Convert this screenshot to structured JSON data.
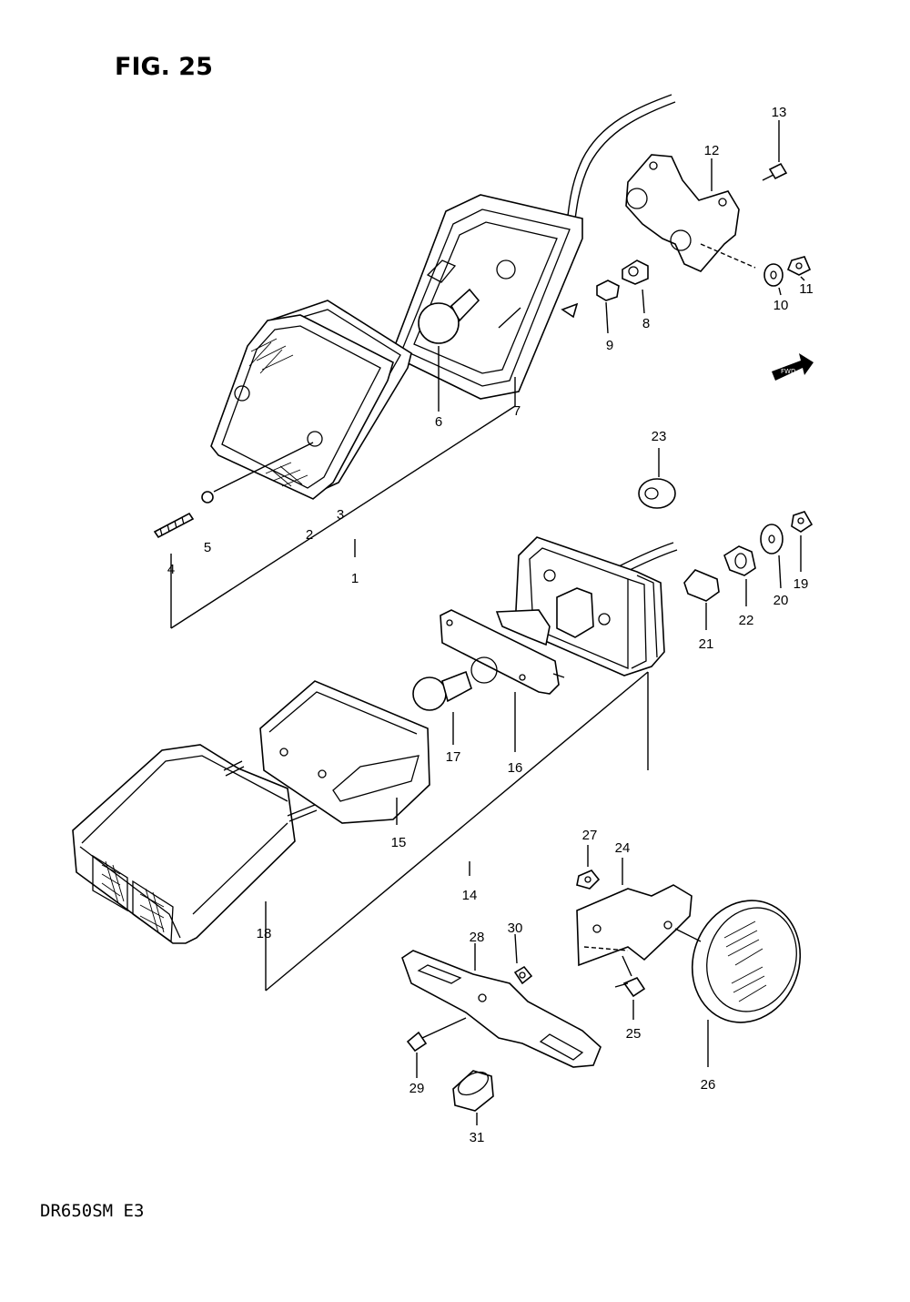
{
  "figure": {
    "title": "FIG. 25",
    "model": "DR650SM  E3",
    "fwd_arrow_label": "FWD"
  },
  "callouts": {
    "c1": "1",
    "c2": "2",
    "c3": "3",
    "c4": "4",
    "c5": "5",
    "c6": "6",
    "c7": "7",
    "c8": "8",
    "c9": "9",
    "c10": "10",
    "c11": "11",
    "c12": "12",
    "c13": "13",
    "c14": "14",
    "c15": "15",
    "c16": "16",
    "c17": "17",
    "c18": "18",
    "c19": "19",
    "c20": "20",
    "c21": "21",
    "c22": "22",
    "c23": "23",
    "c24": "24",
    "c25": "25",
    "c26": "26",
    "c27": "27",
    "c28": "28",
    "c29": "29",
    "c30": "30",
    "c31": "31"
  }
}
